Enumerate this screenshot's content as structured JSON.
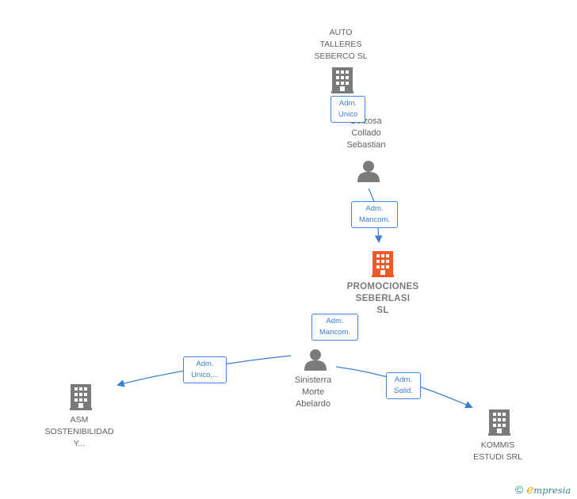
{
  "colors": {
    "edge": "#3a7fd5",
    "icon_gray": "#7b7b7b",
    "icon_focus": "#f05a28",
    "box_border": "#3f86d8",
    "text": "#5f5f5f",
    "brand_teal": "#2a8a8e",
    "brand_orange": "#f0a400"
  },
  "nodes": {
    "auto_talleres": {
      "label": "AUTO\nTALLERES\nSEBERCO SL",
      "icon": "building-icon"
    },
    "boizosa": {
      "label": "Boizosa\nCollado\nSebastian",
      "icon": "person-icon"
    },
    "promociones": {
      "label": "PROMOCIONES\nSEBERLASI\nSL",
      "icon": "building-icon"
    },
    "sinisterra": {
      "label": "Sinisterra\nMorte\nAbelardo",
      "icon": "person-icon"
    },
    "asm": {
      "label": "ASM\nSOSTENIBILIDAD\nY...",
      "icon": "building-icon"
    },
    "kommis": {
      "label": "KOMMIS\nESTUDI SRL",
      "icon": "building-icon"
    }
  },
  "relations": {
    "rel1": {
      "label": "Adm.\nUnico"
    },
    "rel2": {
      "label": "Adm.\nMancom."
    },
    "rel3": {
      "label": "Adm.\nMancom."
    },
    "rel4": {
      "label": "Adm.\nUnico,..."
    },
    "rel5": {
      "label": "Adm.\nSolid."
    }
  },
  "brand": {
    "symbol": "©",
    "initial": "e",
    "rest": "mpresia"
  }
}
